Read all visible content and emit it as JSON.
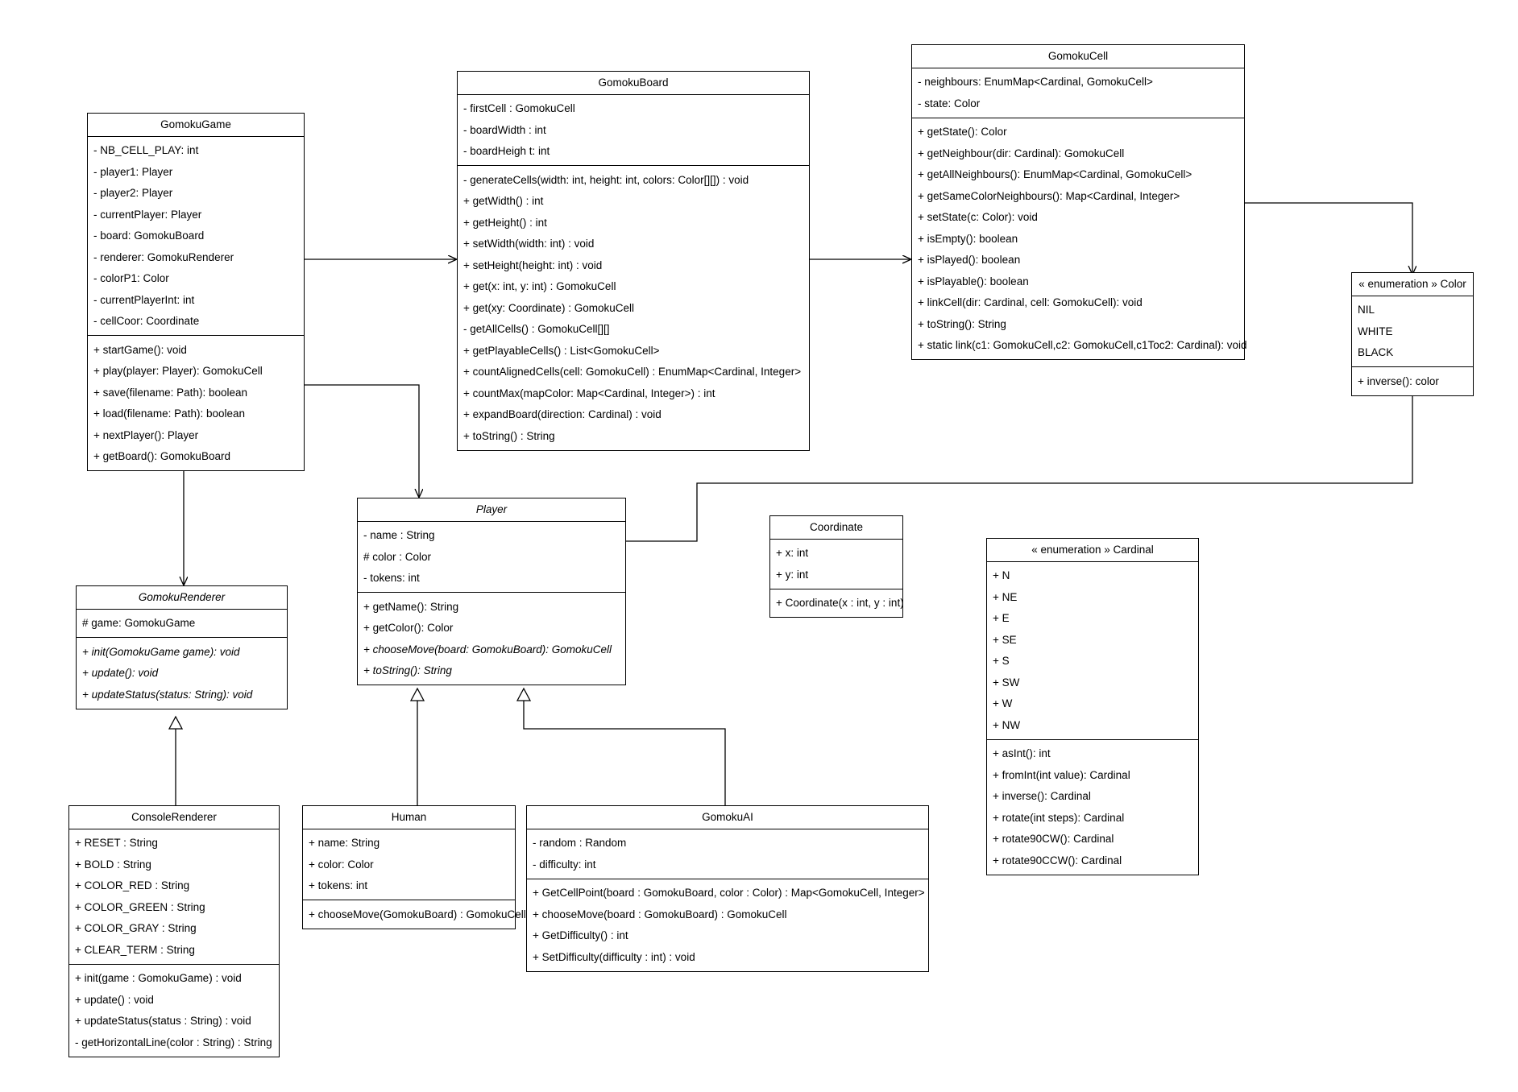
{
  "diagram": {
    "kind": "uml-class-diagram",
    "background": "#ffffff",
    "stroke": "#000000"
  },
  "classes": {
    "gomokuGame": {
      "name": "GomokuGame",
      "attributes": [
        "- NB_CELL_PLAY: int",
        "- player1: Player",
        "- player2: Player",
        "- currentPlayer: Player",
        "- board: GomokuBoard",
        "- renderer: GomokuRenderer",
        "- colorP1: Color",
        "- currentPlayerInt: int",
        "- cellCoor: Coordinate"
      ],
      "operations": [
        "+ startGame(): void",
        "+ play(player: Player): GomokuCell",
        "+ save(filename: Path): boolean",
        "+ load(filename: Path): boolean",
        "+ nextPlayer(): Player",
        "+ getBoard(): GomokuBoard"
      ]
    },
    "gomokuBoard": {
      "name": "GomokuBoard",
      "attributes": [
        "- firstCell : GomokuCell",
        "- boardWidth : int",
        "- boardHeigh t: int"
      ],
      "operations": [
        "- generateCells(width: int, height: int, colors: Color[][]) : void",
        "+ getWidth() : int",
        "+ getHeight() : int",
        "+ setWidth(width: int) : void",
        "+ setHeight(height: int) : void",
        "+ get(x: int, y: int) : GomokuCell",
        "+ get(xy: Coordinate) : GomokuCell",
        "- getAllCells() : GomokuCell[][]",
        "+ getPlayableCells() : List<GomokuCell>",
        "+ countAlignedCells(cell: GomokuCell) : EnumMap<Cardinal, Integer>",
        "+ countMax(mapColor: Map<Cardinal, Integer>) : int",
        "+ expandBoard(direction: Cardinal) : void",
        "+ toString() : String"
      ]
    },
    "gomokuCell": {
      "name": "GomokuCell",
      "attributes": [
        "- neighbours: EnumMap<Cardinal, GomokuCell>",
        "- state: Color"
      ],
      "operations": [
        "+ getState(): Color",
        "+ getNeighbour(dir: Cardinal): GomokuCell",
        "+ getAllNeighbours(): EnumMap<Cardinal, GomokuCell>",
        "+ getSameColorNeighbours(): Map<Cardinal, Integer>",
        "+ setState(c: Color): void",
        "+ isEmpty(): boolean",
        "+ isPlayed(): boolean",
        "+ isPlayable(): boolean",
        "+ linkCell(dir: Cardinal, cell: GomokuCell): void",
        "+ toString(): String",
        "+ static link(c1: GomokuCell,c2: GomokuCell,c1Toc2: Cardinal): void"
      ]
    },
    "colorEnum": {
      "name": "« enumeration » Color",
      "attributes": [
        "NIL",
        "WHITE",
        "BLACK"
      ],
      "operations": [
        "+ inverse(): color"
      ]
    },
    "player": {
      "name": "Player",
      "abstract": true,
      "attributes": [
        "- name : String",
        "# color : Color",
        "- tokens: int"
      ],
      "operations": [
        "+ getName(): String",
        "+ getColor(): Color",
        " + chooseMove(board: GomokuBoard): GomokuCell",
        "+ toString(): String"
      ],
      "abstract_operations": [
        2,
        3
      ]
    },
    "coordinate": {
      "name": "Coordinate",
      "attributes": [
        "+ x: int",
        "+ y: int"
      ],
      "operations": [
        "+ Coordinate(x : int, y : int)"
      ]
    },
    "cardinalEnum": {
      "name": "« enumeration » Cardinal",
      "attributes": [
        "+ N",
        "+ NE",
        "+ E",
        "+ SE",
        "+ S",
        "+ SW",
        "+ W",
        "+ NW"
      ],
      "operations": [
        "+ asInt(): int",
        "+ fromInt(int value): Cardinal",
        "+ inverse(): Cardinal",
        "+ rotate(int steps): Cardinal",
        "+ rotate90CW(): Cardinal",
        "+ rotate90CCW(): Cardinal"
      ]
    },
    "gomokuRenderer": {
      "name": "GomokuRenderer",
      "abstract": true,
      "attributes": [
        "# game: GomokuGame"
      ],
      "operations": [
        "+ init(GomokuGame game): void",
        "+ update(): void",
        "+ updateStatus(status: String): void"
      ],
      "abstract_operations": [
        0,
        1,
        2
      ]
    },
    "consoleRenderer": {
      "name": "ConsoleRenderer",
      "attributes": [
        "+ RESET : String",
        "+ BOLD : String",
        "+ COLOR_RED : String",
        "+ COLOR_GREEN : String",
        "+ COLOR_GRAY : String",
        "+ CLEAR_TERM : String"
      ],
      "operations": [
        "+ init(game : GomokuGame) : void",
        "+ update() : void",
        "+ updateStatus(status : String) : void",
        "- getHorizontalLine(color : String) : String"
      ]
    },
    "human": {
      "name": "Human",
      "attributes": [
        "+ name: String",
        "+ color: Color",
        "+ tokens: int"
      ],
      "operations": [
        "+ chooseMove(GomokuBoard) : GomokuCell"
      ]
    },
    "gomokuAI": {
      "name": "GomokuAI",
      "attributes": [
        "- random : Random",
        "- difficulty: int"
      ],
      "operations": [
        "+ GetCellPoint(board : GomokuBoard, color : Color) : Map<GomokuCell, Integer>",
        "+ chooseMove(board : GomokuBoard) : GomokuCell",
        "+ GetDifficulty() : int",
        "+ SetDifficulty(difficulty : int) : void"
      ]
    }
  },
  "relations": [
    {
      "name": "game-to-board",
      "type": "association-arrow"
    },
    {
      "name": "board-to-cell",
      "type": "association-arrow"
    },
    {
      "name": "cell-to-color",
      "type": "association-arrow"
    },
    {
      "name": "game-to-renderer",
      "type": "association-arrow"
    },
    {
      "name": "board-to-player",
      "type": "association-arrow"
    },
    {
      "name": "player-to-color",
      "type": "association-arrow"
    },
    {
      "name": "consoleRenderer-inherits-gomokuRenderer",
      "type": "generalization"
    },
    {
      "name": "human-inherits-player",
      "type": "generalization"
    },
    {
      "name": "gomokuAI-inherits-player",
      "type": "generalization"
    }
  ]
}
